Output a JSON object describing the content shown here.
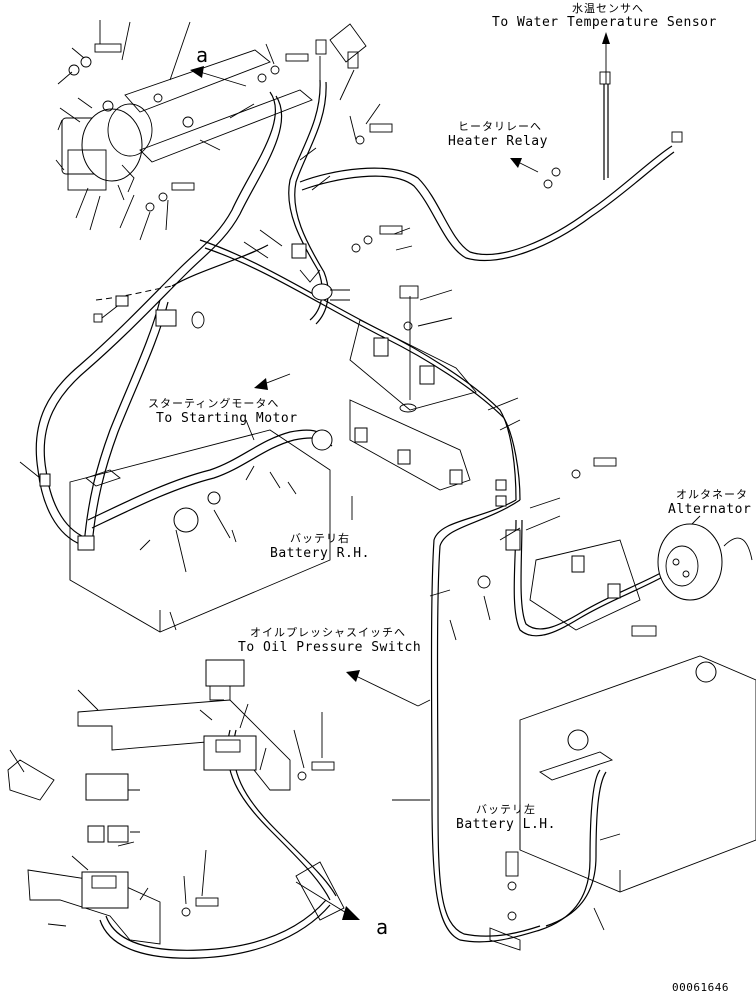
{
  "labels": {
    "water_temp_jp": "水温センサへ",
    "water_temp_en": "To Water Temperature Sensor",
    "heater_jp": "ヒータリレーへ",
    "heater_en": "Heater Relay",
    "starting_jp": "スターティングモータへ",
    "starting_en": "To Starting Motor",
    "battery_rh_jp": "バッテリ右",
    "battery_rh_en": "Battery R.H.",
    "alternator_jp": "オルタネータ",
    "alternator_en": "Alternator",
    "oil_jp": "オイルプレッシャスイッチへ",
    "oil_en": "To Oil Pressure Switch",
    "battery_lh_jp": "バッテリ左",
    "battery_lh_en": "Battery L.H.",
    "ref_a_top": "a",
    "ref_a_bottom": "a",
    "drawing_no": "00061646"
  }
}
